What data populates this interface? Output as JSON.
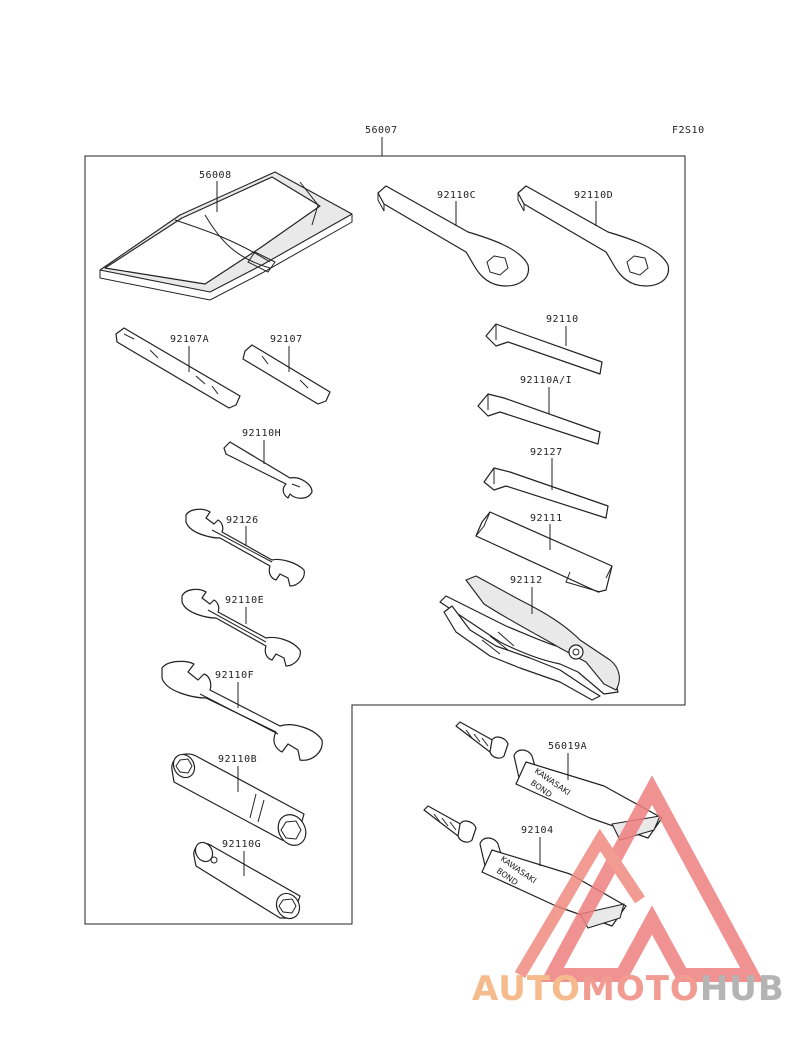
{
  "diagram": {
    "figure_code": "F2S10",
    "kit_part": "56007",
    "parts": [
      {
        "id": "56008"
      },
      {
        "id": "92110C"
      },
      {
        "id": "92110D"
      },
      {
        "id": "92107A"
      },
      {
        "id": "92107"
      },
      {
        "id": "92110"
      },
      {
        "id": "92110A/I"
      },
      {
        "id": "92110H"
      },
      {
        "id": "92127"
      },
      {
        "id": "92126"
      },
      {
        "id": "92111"
      },
      {
        "id": "92110E"
      },
      {
        "id": "92112"
      },
      {
        "id": "92110F"
      },
      {
        "id": "92110B"
      },
      {
        "id": "92110G"
      },
      {
        "id": "56019A"
      },
      {
        "id": "92104"
      }
    ],
    "tube_labels": [
      "KAWASAKI",
      "BOND"
    ]
  },
  "watermark": {
    "prefix": "AUTO",
    "middle": "MOTO",
    "suffix": "HUB",
    "colors": {
      "prefix": "#f4b07a",
      "middle": "#f08a80",
      "suffix": "#a7a7a7",
      "triangle": "#ef7f7f"
    }
  }
}
